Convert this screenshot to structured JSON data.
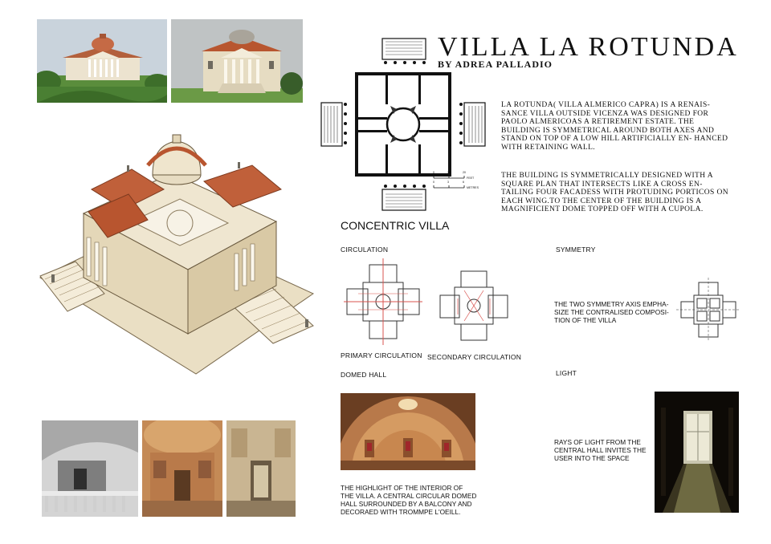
{
  "header": {
    "title": "VILLA LA ROTUNDA",
    "byline": "BY ADREA PALLADIO"
  },
  "intro": {
    "paragraph1": "LA ROTUNDA( VILLA ALMERICO CAPRA) IS A RENAIS- SANCE VILLA OUTSIDE VICENZA WAS DESIGNED FOR PAOLO ALMERICOAS A RETIREMENT ESTATE. THE BUILDING IS SYMMETRICAL AROUND BOTH AXES AND STAND ON TOP OF A LOW HILL ARTIFICIALLY EN- HANCED WITH RETAINING WALL.",
    "paragraph2": "THE BUILDING IS SYMMETRICALLY DESIGNED WITH A SQUARE PLAN THAT INTERSECTS LIKE A CROSS EN- TAILING FOUR FACADESS WITH PROTUDING PORTICOS ON EACH WING.TO THE CENTER OF THE BUILDING IS A MAGNIFICIENT DOME TOPPED OFF WITH A CUPOLA."
  },
  "plan_scale": {
    "feet_label": "FEET",
    "metres_label": "METRES",
    "feet_ticks": [
      "0",
      "10",
      "20"
    ],
    "metre_ticks": [
      "0",
      "3",
      "6"
    ]
  },
  "sections": {
    "concentric_heading": "CONCENTRIC VILLA",
    "circulation": "CIRCULATION",
    "primary_circulation": "PRIMARY CIRCULATION",
    "secondary_circulation": "SECONDARY CIRCULATION",
    "symmetry": "SYMMETRY",
    "symmetry_text": "THE TWO SYMMETRY AXIS EMPHA- SIZE THE CONTRALISED COMPOSI- TION OF THE VILLA",
    "domed_hall": "DOMED HALL",
    "domed_hall_text": "THE HIGHLIGHT OF THE INTERIOR OF THE VILLA. A CENTRAL CIRCULAR DOMED HALL SURROUNDED BY A BALCONY AND DECORAED WITH TROMMPE L'OEILL.",
    "light": "LIGHT",
    "light_text": "RAYS OF LIGHT FROM THE CENTRAL HALL INVITES THE USER INTO THE SPACE"
  },
  "colors": {
    "sky": "#cfd6de",
    "stone": "#e9dfc8",
    "roof": "#b9552f",
    "grass": "#4e8a3a",
    "fresco": "#c98a4e",
    "ink": "#111111"
  }
}
